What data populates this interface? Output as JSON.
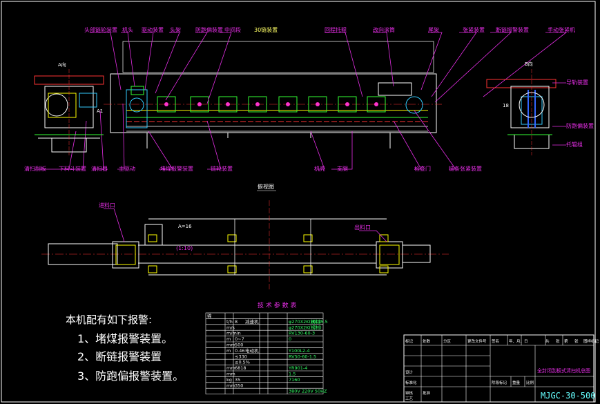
{
  "view_top_title": "",
  "plan_title": "俯视图",
  "scale_label": "30链装置",
  "label_A": "A向",
  "label_B": "B向",
  "callouts_top": [
    {
      "id": "c1",
      "text": "头部链轮装置"
    },
    {
      "id": "c2",
      "text": "机头"
    },
    {
      "id": "c3",
      "text": "驱动装置"
    },
    {
      "id": "c4",
      "text": "头架"
    },
    {
      "id": "c5",
      "text": "防跑偏装置"
    },
    {
      "id": "c6",
      "text": "中间段"
    },
    {
      "id": "c7",
      "text": "回程托辊"
    },
    {
      "id": "c8",
      "text": "改向滚筒"
    },
    {
      "id": "c9",
      "text": "尾架"
    },
    {
      "id": "c10",
      "text": "张紧装置"
    },
    {
      "id": "c11",
      "text": "断链报警装置"
    },
    {
      "id": "c12",
      "text": "手动张紧机"
    }
  ],
  "callouts_bottom": [
    {
      "id": "b1",
      "text": "清扫刮板"
    },
    {
      "id": "b2",
      "text": "下料斗装置"
    },
    {
      "id": "b3",
      "text": "清扫器"
    },
    {
      "id": "b4",
      "text": "主驱动"
    },
    {
      "id": "b5",
      "text": "堵煤报警装置"
    },
    {
      "id": "b6",
      "text": "链轮装置"
    },
    {
      "id": "b7",
      "text": "机壳"
    },
    {
      "id": "b8",
      "text": "支腿"
    },
    {
      "id": "b9",
      "text": "检查门"
    },
    {
      "id": "b10",
      "text": "链条张紧装置"
    }
  ],
  "callouts_right": [
    {
      "id": "r1",
      "text": "导轨装置"
    },
    {
      "id": "r2",
      "text": "防跑偏装置"
    },
    {
      "id": "r3",
      "text": "托辊组"
    }
  ],
  "plan_notes": [
    {
      "id": "p1",
      "text": "进料口"
    },
    {
      "id": "p2",
      "text": "A=16"
    },
    {
      "id": "p3",
      "text": "出料口"
    },
    {
      "id": "p4",
      "text": "(1:10)"
    }
  ],
  "dims": {
    "d18": "18",
    "dA1": "A1"
  },
  "alarms": {
    "heading": "本机配有如下报警:",
    "items": [
      "1、堵煤报警装置。",
      "2、断链报警装置",
      "3、防跑偏报警装置。"
    ]
  },
  "spec_table": {
    "title": "技 术 参 数 表",
    "rows": [
      [
        "输",
        "",
        "",
        "",
        "",
        "",
        "",
        ""
      ],
      [
        "",
        "t/h",
        "8",
        "减速机",
        "",
        "",
        "φ270X2K(钢制)",
        "  H=15.5"
      ],
      [
        "",
        "m/s",
        "",
        "",
        "",
        "",
        "φ270X2K(钢制)",
        ""
      ],
      [
        "",
        "m/min",
        "",
        "",
        "",
        "",
        "RV130-60-3",
        ""
      ],
      [
        "",
        "m",
        "0~7",
        "",
        "",
        "",
        "0",
        ""
      ],
      [
        "",
        "mm",
        "500",
        "",
        "",
        "",
        "",
        ""
      ],
      [
        "",
        "m",
        "0.46",
        "电动机",
        "",
        "",
        "Y100L2-4",
        ""
      ],
      [
        "",
        "",
        "≤330",
        "",
        "",
        "",
        "RV50-60-1.5",
        ""
      ],
      [
        "",
        "",
        "≤0.5%",
        "",
        "",
        "",
        "",
        ""
      ],
      [
        "",
        "mm",
        "6818",
        "",
        "",
        "",
        "YR901-4",
        ""
      ],
      [
        "",
        "mm",
        "",
        "",
        "",
        "",
        "1.5",
        ""
      ],
      [
        "",
        "kg",
        "35",
        "",
        "",
        "",
        "7160",
        ""
      ],
      [
        "",
        "mm",
        "350",
        "",
        "",
        "",
        "",
        ""
      ],
      [
        "",
        "",
        "",
        "",
        "",
        "",
        "380V 220V 50HZ",
        ""
      ]
    ]
  },
  "title_block": {
    "drawing_name": "全封闭刮板式清扫机总图",
    "model": "MJGC-30-500",
    "cells": [
      "标记",
      "处数",
      "分区",
      "更改文件号",
      "签名",
      "年、月、日",
      "设计",
      "标准化",
      "审核",
      "工艺",
      "批准",
      "阶段标记",
      "重量",
      "比例",
      "共",
      "张",
      "第",
      "张",
      "图样标记"
    ]
  }
}
